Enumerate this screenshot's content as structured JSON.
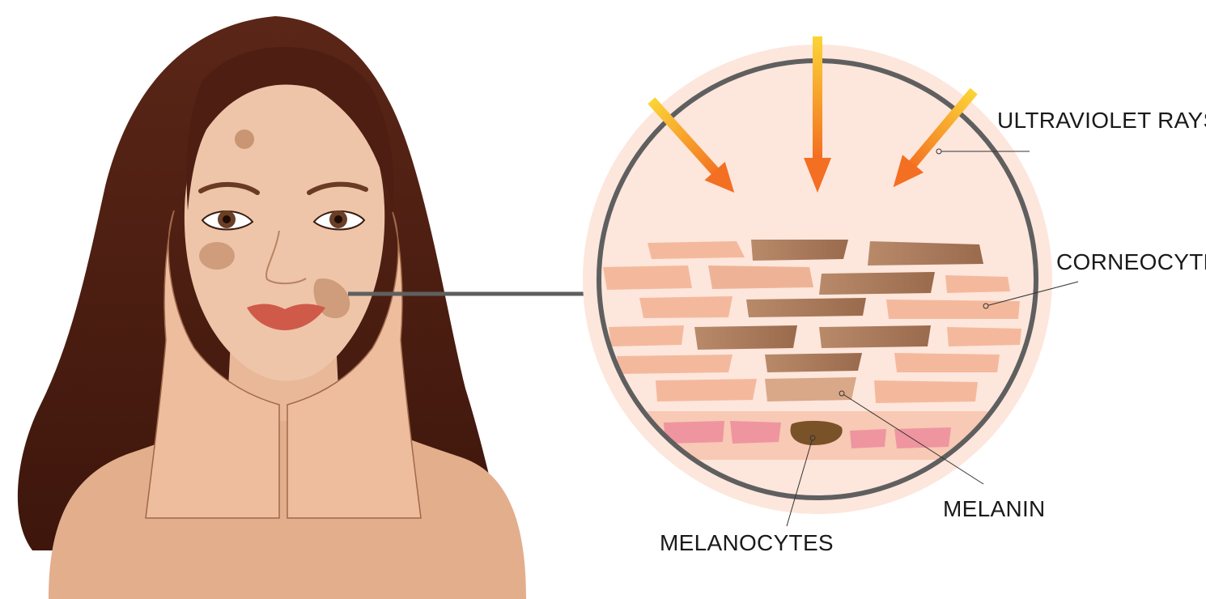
{
  "labels": {
    "uv_rays": "ULTRAVIOLET RAYS",
    "corneocytes": "CORNEOCYTES",
    "melanin": "MELANIN",
    "melanocytes": "MELANOCYTES"
  },
  "colors": {
    "skin": "#eec5a8",
    "hair": "#4a1d12",
    "lips": "#cf5a4a",
    "circle_bg": "#fde6dc",
    "circle_ring": "#5f5f5f",
    "corneocyte_light": "#f4b99c",
    "corneocyte_dark": "#a37457",
    "melanocyte_pink": "#ef95a0",
    "melanin_brown": "#7a5228",
    "uv_yellow": "#fbd437",
    "uv_orange": "#f36f22"
  }
}
